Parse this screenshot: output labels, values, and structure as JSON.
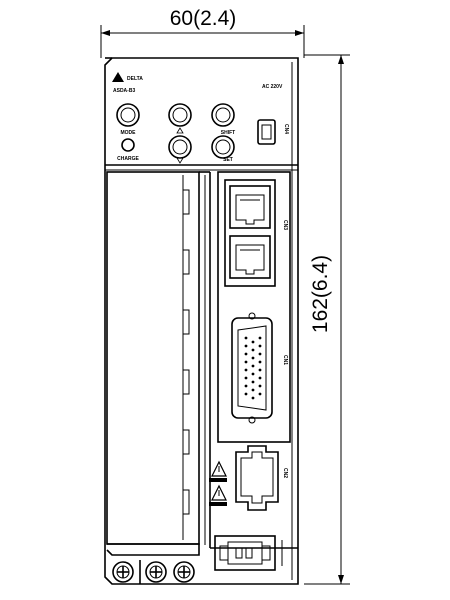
{
  "dimensions": {
    "width_label": "60(2.4)",
    "height_label": "162(6.4)"
  },
  "front_panel": {
    "brand": "DELTA",
    "model": "ASDA-B3",
    "power_rating": "AC 220V",
    "button_mode": "MODE",
    "button_shift": "SHIFT",
    "button_set": "SET",
    "indicator_charge": "CHARGE",
    "port_cn4": "CN4",
    "port_cn3": "CN3",
    "port_cn1": "CN1",
    "port_cn2": "CN2"
  }
}
